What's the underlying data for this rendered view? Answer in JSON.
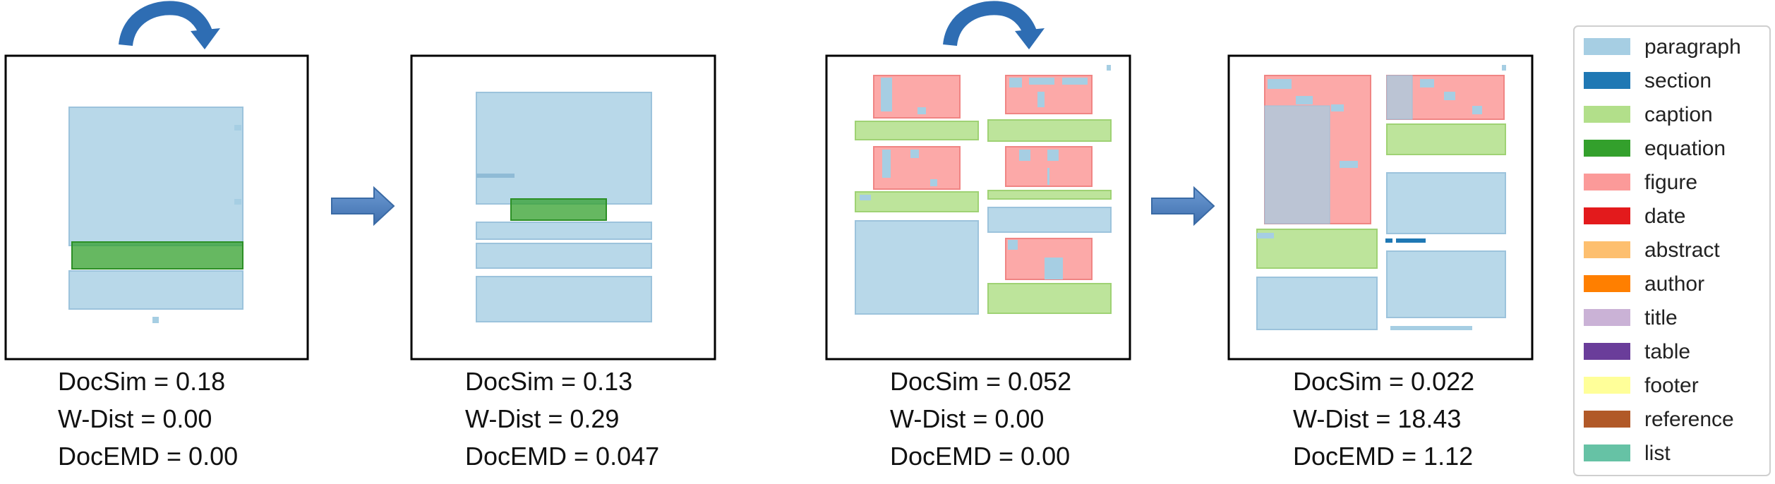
{
  "legend": {
    "items": [
      {
        "label": "paragraph",
        "color": "#a6cee3"
      },
      {
        "label": "section",
        "color": "#1f78b4"
      },
      {
        "label": "caption",
        "color": "#b2df8a"
      },
      {
        "label": "equation",
        "color": "#33a02c"
      },
      {
        "label": "figure",
        "color": "#fb9a99"
      },
      {
        "label": "date",
        "color": "#e31a1c"
      },
      {
        "label": "abstract",
        "color": "#fdbf6f"
      },
      {
        "label": "author",
        "color": "#ff7f00"
      },
      {
        "label": "title",
        "color": "#cab2d6"
      },
      {
        "label": "table",
        "color": "#6a3d9a"
      },
      {
        "label": "footer",
        "color": "#ffff99"
      },
      {
        "label": "reference",
        "color": "#b15928"
      },
      {
        "label": "list",
        "color": "#66c2a5"
      }
    ]
  },
  "panels": [
    {
      "docsim": "DocSim = 0.18",
      "wdist": "W-Dist = 0.00",
      "docemd": "DocEMD = 0.00"
    },
    {
      "docsim": "DocSim = 0.13",
      "wdist": "W-Dist = 0.29",
      "docemd": "DocEMD = 0.047"
    },
    {
      "docsim": "DocSim = 0.052",
      "wdist": "W-Dist = 0.00",
      "docemd": "DocEMD = 0.00"
    },
    {
      "docsim": "DocSim = 0.022",
      "wdist": "W-Dist = 18.43",
      "docemd": "DocEMD = 1.12"
    }
  ],
  "arrows": {
    "color": "#4f81bd",
    "curved_icon": "rotate-arrow-icon",
    "right_icon": "right-arrow-icon"
  }
}
